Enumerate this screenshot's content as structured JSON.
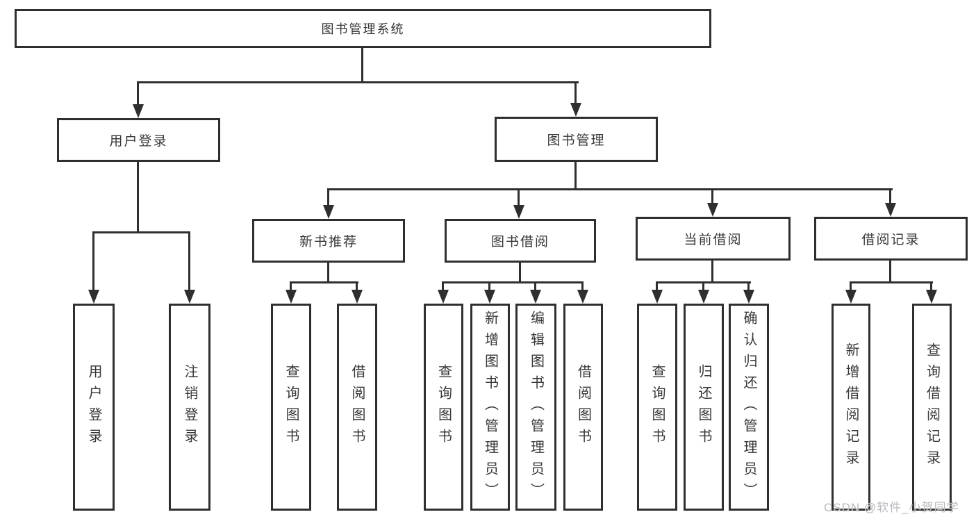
{
  "diagram": {
    "title": "图书管理系统",
    "root": {
      "label": "图书管理系统"
    },
    "level2": [
      {
        "label": "用户登录"
      },
      {
        "label": "图书管理"
      }
    ],
    "level3": [
      {
        "label": "新书推荐"
      },
      {
        "label": "图书借阅"
      },
      {
        "label": "当前借阅"
      },
      {
        "label": "借阅记录"
      }
    ],
    "leaves": {
      "user_login": [
        "用户登录",
        "注销登录"
      ],
      "new_book": [
        "查询图书",
        "借阅图书"
      ],
      "book_borrow": [
        "查询图书",
        "新增图书（管理员）",
        "编辑图书（管理员）",
        "借阅图书"
      ],
      "current_borrow": [
        "查询图书",
        "归还图书",
        "确认归还（管理员）"
      ],
      "borrow_record": [
        "新增借阅记录",
        "查询借阅记录"
      ]
    },
    "colors": {
      "line": "#2f2f2f",
      "text": "#373737",
      "background": "#ffffff",
      "watermark": "#b7babd"
    }
  },
  "watermark": {
    "text": "CSDN @软件_小贺同学"
  }
}
